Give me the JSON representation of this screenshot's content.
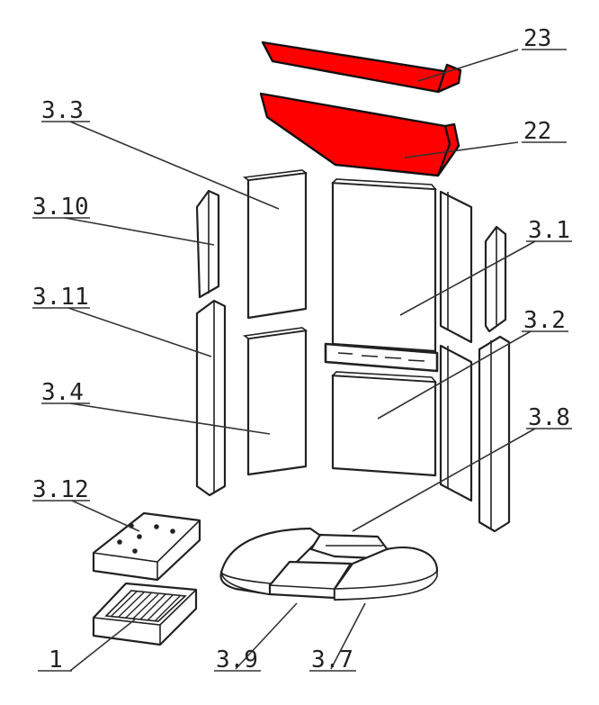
{
  "labels": {
    "l23": "23",
    "l22": "22",
    "l3_3": "3.3",
    "l3_10": "3.10",
    "l3_1": "3.1",
    "l3_11": "3.11",
    "l3_2": "3.2",
    "l3_4": "3.4",
    "l3_8": "3.8",
    "l3_12": "3.12",
    "l1": "1",
    "l3_9": "3.9",
    "l3_7": "3.7"
  },
  "colors": {
    "highlight": "#ff0000",
    "line": "#222222",
    "part_fill": "#ffffff"
  },
  "highlighted_parts": [
    "22",
    "23"
  ]
}
